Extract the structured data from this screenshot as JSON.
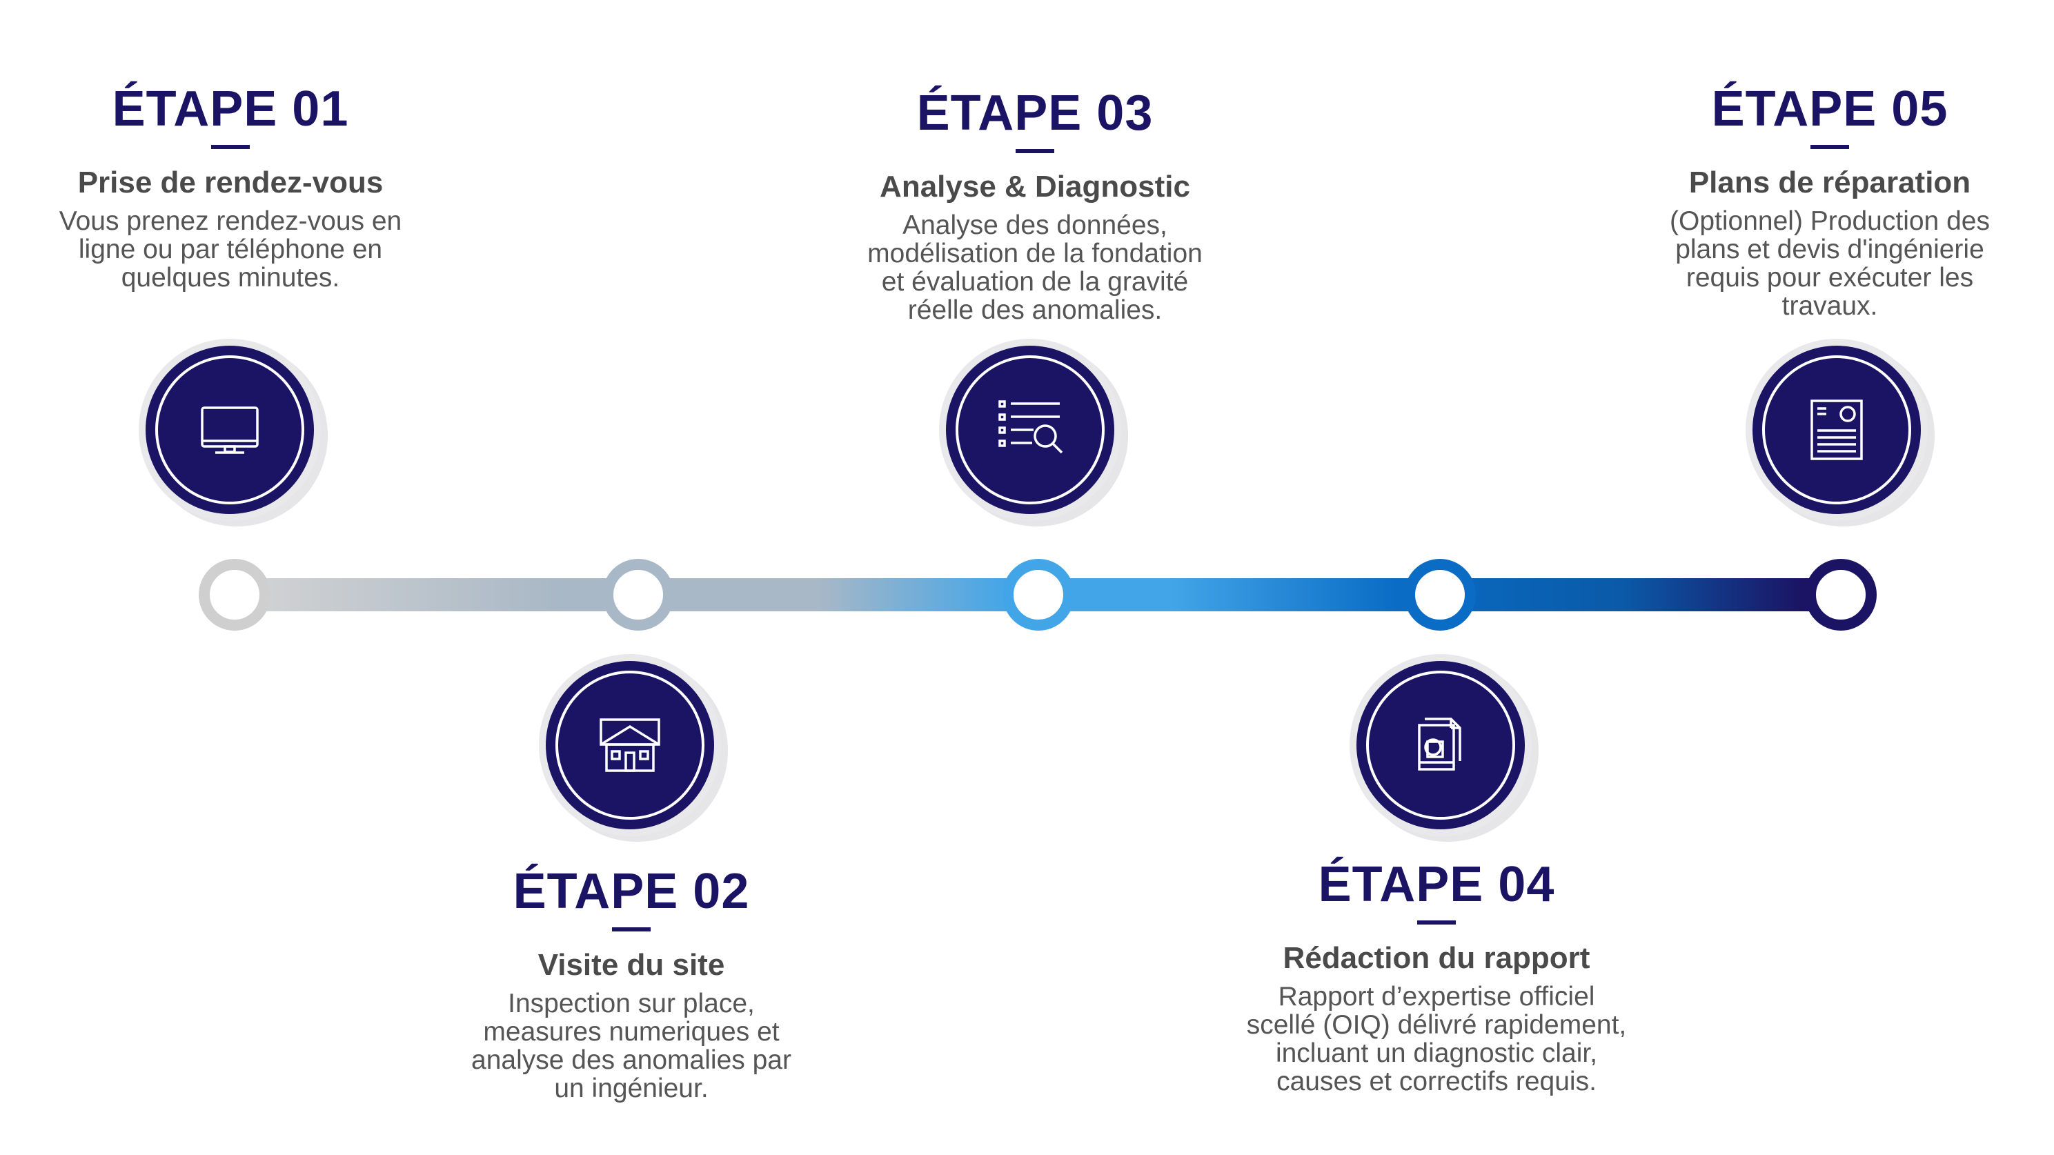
{
  "colors": {
    "navy": "#1b1464",
    "line_start": "#cfcfcf",
    "line_mid_gray": "#a9b8c6",
    "line_light_blue": "#42a5e8",
    "line_blue": "#0a6cc4",
    "line_end": "#1b1464",
    "text_gray": "#555555"
  },
  "steps": [
    {
      "title": "ÉTAPE 01",
      "subtitle": "Prise de rendez-vous",
      "desc": [
        "Vous prenez rendez-vous en",
        "ligne ou par téléphone en",
        "quelques minutes."
      ],
      "icon": "monitor-icon",
      "node_color": "#cfcfcf"
    },
    {
      "title": "ÉTAPE 02",
      "subtitle": "Visite du site",
      "desc": [
        "Inspection sur place,",
        "measures numeriques et",
        "analyse des anomalies par",
        "un ingénieur."
      ],
      "icon": "house-icon",
      "node_color": "#a9b8c6"
    },
    {
      "title": "ÉTAPE 03",
      "subtitle": "Analyse & Diagnostic",
      "desc": [
        "Analyse des données,",
        "modélisation de la fondation",
        "et évaluation de la gravité",
        "réelle des anomalies."
      ],
      "icon": "checklist-search-icon",
      "node_color": "#42a5e8"
    },
    {
      "title": "ÉTAPE 04",
      "subtitle": "Rédaction du rapport",
      "desc": [
        "Rapport d’expertise officiel",
        "scellé (OIQ) délivré rapidement,",
        "incluant un diagnostic clair,",
        "causes et correctifs requis."
      ],
      "icon": "documents-icon",
      "node_color": "#0a6cc4"
    },
    {
      "title": "ÉTAPE 05",
      "subtitle": "Plans de réparation",
      "desc": [
        "(Optionnel) Production des",
        "plans et devis d'ingénierie",
        "requis pour exécuter les",
        "travaux."
      ],
      "icon": "certificate-icon",
      "node_color": "#1b1464"
    }
  ]
}
